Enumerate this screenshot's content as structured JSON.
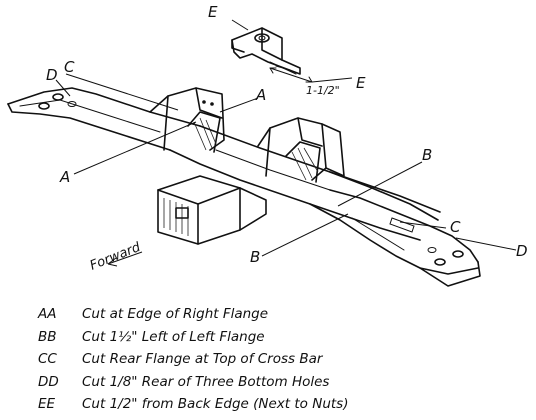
{
  "diagram": {
    "callouts": {
      "e_top": "E",
      "e_side": "E",
      "d_left": "D",
      "c_left": "C",
      "a_top": "A",
      "a_left": "A",
      "b_right": "B",
      "b_bottom": "B",
      "c_right": "C",
      "d_right": "D"
    },
    "dimension": "1-1/2\"",
    "forward_label": "Forward"
  },
  "legend": [
    {
      "code": "AA",
      "text": "Cut at Edge of Right Flange"
    },
    {
      "code": "BB",
      "text": "Cut 1½\" Left of Left Flange"
    },
    {
      "code": "CC",
      "text": "Cut Rear Flange at Top of Cross Bar"
    },
    {
      "code": "DD",
      "text": "Cut 1/8\" Rear of Three Bottom Holes"
    },
    {
      "code": "EE",
      "text": "Cut 1/2\" from Back Edge (Next to Nuts)"
    }
  ]
}
